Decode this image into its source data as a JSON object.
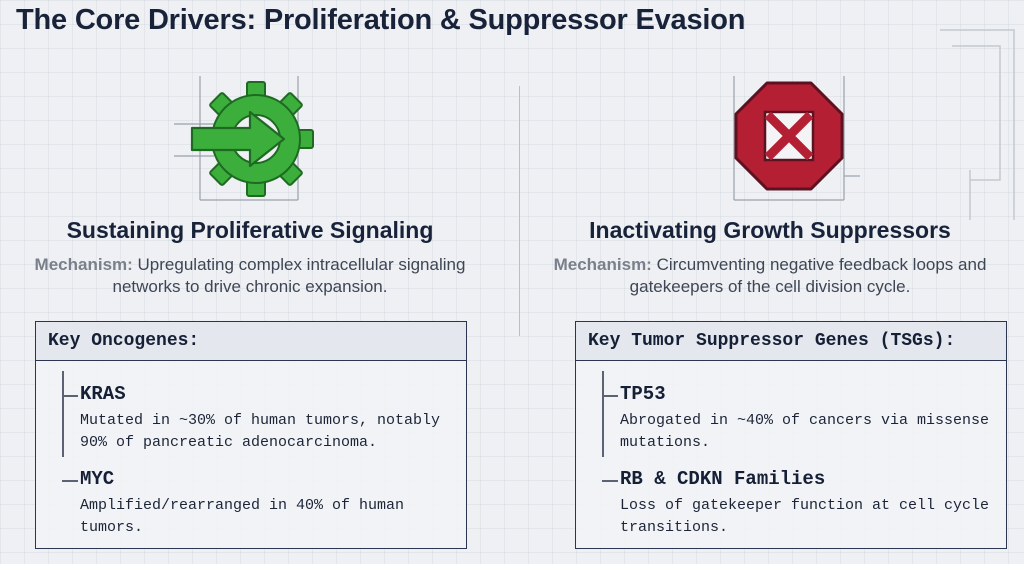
{
  "title": "The Core Drivers: Proliferation & Suppressor Evasion",
  "left": {
    "icon": "gear-arrow-icon",
    "icon_color": "#3cae3c",
    "heading": "Sustaining Proliferative Signaling",
    "mechanism_label": "Mechanism:",
    "mechanism_text": "Upregulating complex intracellular signaling networks to drive chronic expansion.",
    "box_title": "Key Oncogenes:",
    "items": [
      {
        "name": "KRAS",
        "desc": "Mutated in ~30% of human tumors, notably 90% of pancreatic adenocarcinoma."
      },
      {
        "name": "MYC",
        "desc": "Amplified/rearranged in 40% of human tumors."
      }
    ]
  },
  "right": {
    "icon": "stop-sign-x-icon",
    "icon_color": "#b51f34",
    "heading": "Inactivating Growth Suppressors",
    "mechanism_label": "Mechanism:",
    "mechanism_text": "Circumventing negative feedback loops and gatekeepers of the cell division cycle.",
    "box_title": "Key Tumor Suppressor Genes (TSGs):",
    "items": [
      {
        "name": "TP53",
        "desc": "Abrogated in ~40% of cancers via missense mutations."
      },
      {
        "name": "RB & CDKN Families",
        "desc": "Loss of gatekeeper function at cell cycle transitions."
      }
    ]
  }
}
